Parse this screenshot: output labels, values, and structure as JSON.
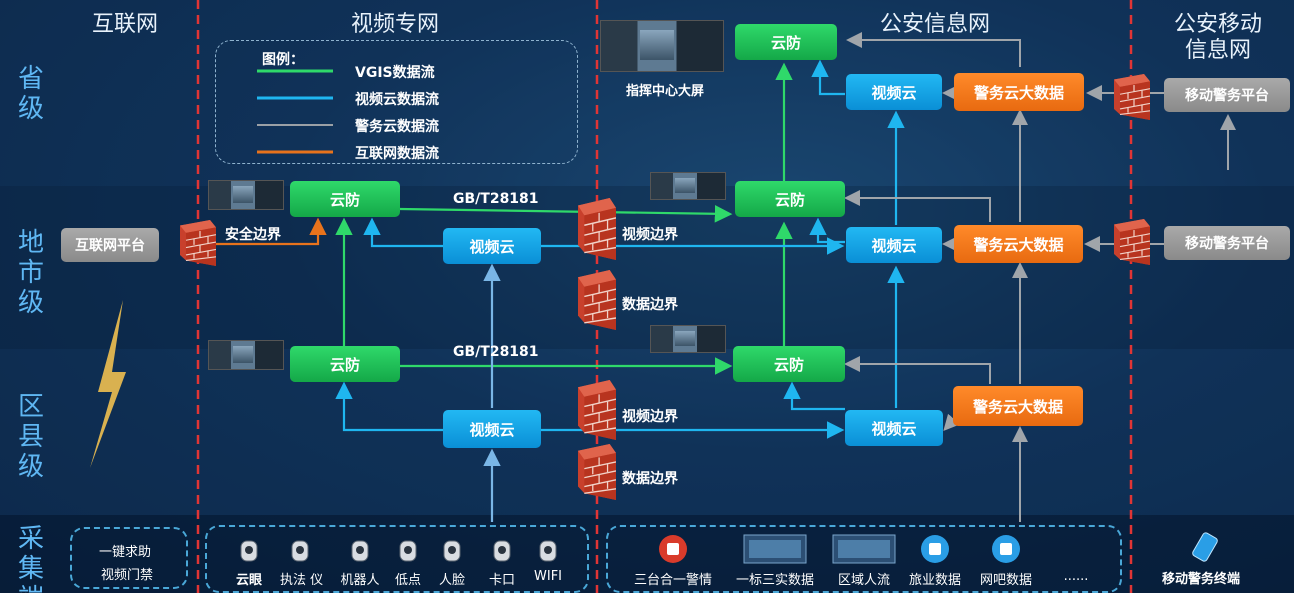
{
  "columns": {
    "internet": "互联网",
    "video": "视频专网",
    "police": "公安信息网",
    "mobile": "公安移动信息网"
  },
  "rows": {
    "province": "省级",
    "city": "地市级",
    "district": "区县级",
    "collection": "采集端"
  },
  "legend": {
    "title": "图例：",
    "items": [
      {
        "label": "VGIS数据流",
        "color": "#2fd96a"
      },
      {
        "label": "视频云数据流",
        "color": "#1fb6f0"
      },
      {
        "label": "警务云数据流",
        "color": "#9aa0a6"
      },
      {
        "label": "互联网数据流",
        "color": "#e8731c"
      }
    ]
  },
  "nodes": {
    "yunfang": "云防",
    "video_cloud": "视频云",
    "police_bigdata": "警务云大数据",
    "mobile_platform": "移动警务平台",
    "internet_platform": "互联网平台"
  },
  "labels": {
    "command_screen": "指挥中心大屏",
    "safety_boundary": "安全边界",
    "video_boundary": "视频边界",
    "data_boundary": "数据边界",
    "protocol": "GB/T28181"
  },
  "collection": {
    "internet": [
      "一键求助",
      "视频门禁"
    ],
    "video": [
      {
        "label": "云眼",
        "icon": "dome-camera-icon"
      },
      {
        "label": "执法 仪",
        "icon": "body-camera-icon"
      },
      {
        "label": "机器人",
        "icon": "robot-icon"
      },
      {
        "label": "低点",
        "icon": "low-camera-icon"
      },
      {
        "label": "人脸",
        "icon": "face-camera-icon"
      },
      {
        "label": "卡口",
        "icon": "checkpoint-camera-icon"
      },
      {
        "label": "WIFI",
        "icon": "wifi-probe-icon"
      }
    ],
    "police": [
      {
        "label": "三台合一警情",
        "icon": "alarm-siren-icon"
      },
      {
        "label": "一标三实数据",
        "icon": "map-screen-icon"
      },
      {
        "label": "区域人流",
        "icon": "crowd-screen-icon"
      },
      {
        "label": "旅业数据",
        "icon": "hotel-icon"
      },
      {
        "label": "网吧数据",
        "icon": "computer-icon"
      },
      {
        "label": "......",
        "icon": ""
      }
    ],
    "mobile": "移动警务终端"
  },
  "colors": {
    "green": "#2fd96a",
    "blue": "#1fb6f0",
    "gray": "#9aa0a6",
    "orange": "#e8731c",
    "divider": "#e03535"
  }
}
